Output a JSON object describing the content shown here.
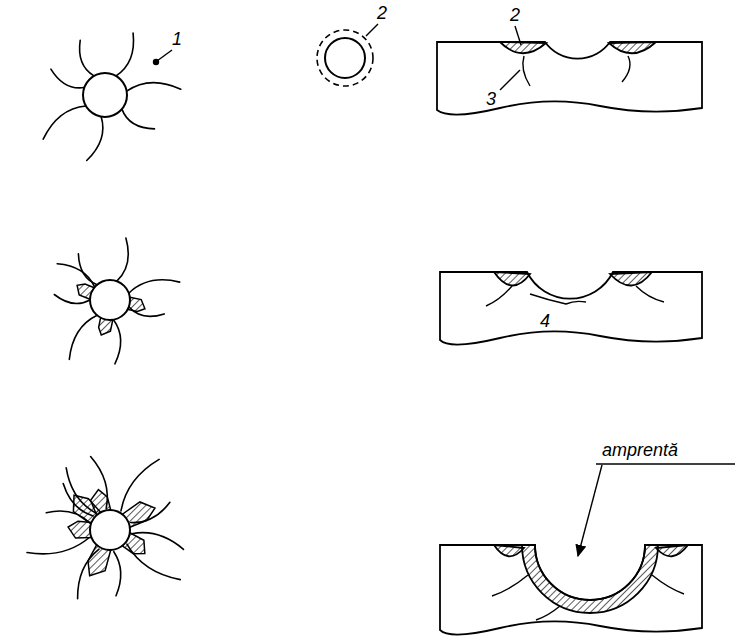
{
  "diagram": {
    "labels": [
      "1",
      "2",
      "2",
      "3",
      "4",
      "amprentă"
    ]
  }
}
